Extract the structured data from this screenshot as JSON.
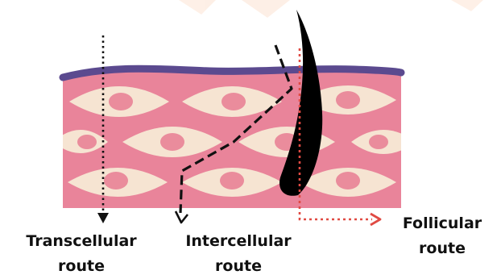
{
  "colors": {
    "background": "#ffffff",
    "watermark": "#fde9dc",
    "stratum_corneum": "#5b4a8f",
    "tissue": "#e9849a",
    "tissue_light": "#f1a3b3",
    "cell": "#f6e4d2",
    "nucleus": "#ea8c9c",
    "hair": "#000000",
    "path_dark": "#111111",
    "follicular_arrow": "#e04a43"
  },
  "labels": {
    "transcellular": {
      "line1": "Transcellular",
      "line2": "route"
    },
    "intercellular": {
      "line1": "Intercellular",
      "line2": "route"
    },
    "follicular": {
      "line1": "Follicular",
      "line2": "route"
    }
  },
  "icons": {
    "transcellular_arrowhead": "solid-triangle-down",
    "intercellular_arrowhead": "open-chevron-down",
    "follicular_arrowhead": "open-chevron-right"
  }
}
